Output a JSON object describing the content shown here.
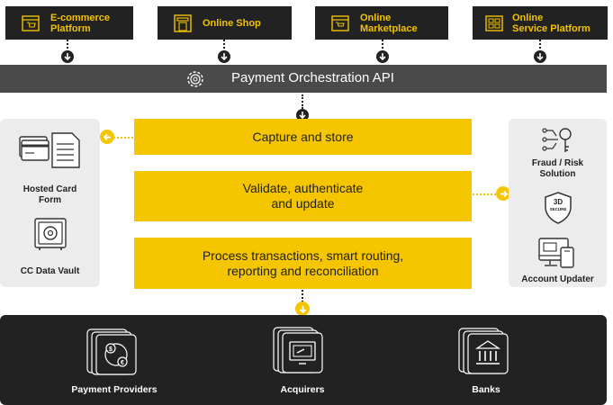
{
  "sources": [
    {
      "label": "E-commerce Platform",
      "lines": [
        "E-commerce",
        "Platform"
      ],
      "icon": "ecommerce-platform-icon"
    },
    {
      "label": "Online Shop",
      "lines": [
        "Online Shop"
      ],
      "icon": "online-shop-icon"
    },
    {
      "label": "Online Marketplace",
      "lines": [
        "Online",
        "Marketplace"
      ],
      "icon": "online-marketplace-icon"
    },
    {
      "label": "Online Service Platform",
      "lines": [
        "Online",
        "Service Platform"
      ],
      "icon": "online-service-platform-icon"
    }
  ],
  "api": {
    "label": "Payment Orchestration API",
    "icon": "gear-icon"
  },
  "steps": {
    "capture": "Capture and store",
    "validate_l1": "Validate, authenticate",
    "validate_l2": "and update",
    "process_l1": "Process transactions, smart routing,",
    "process_l2": "reporting and reconciliation"
  },
  "left_panel": {
    "hosted_l1": "Hosted Card",
    "hosted_l2": "Form",
    "vault": "CC Data Vault"
  },
  "right_panel": {
    "fraud_l1": "Fraud / Risk",
    "fraud_l2": "Solution",
    "secure_badge_l1": "3D",
    "secure_badge_l2": "SECURE",
    "updater": "Account Updater"
  },
  "outputs": {
    "providers": "Payment Providers",
    "acquirers": "Acquirers",
    "banks": "Banks"
  },
  "colors": {
    "accent": "#f5c500",
    "dark": "#222222",
    "api_bar": "#4a4a4a",
    "panel": "#ececec"
  }
}
